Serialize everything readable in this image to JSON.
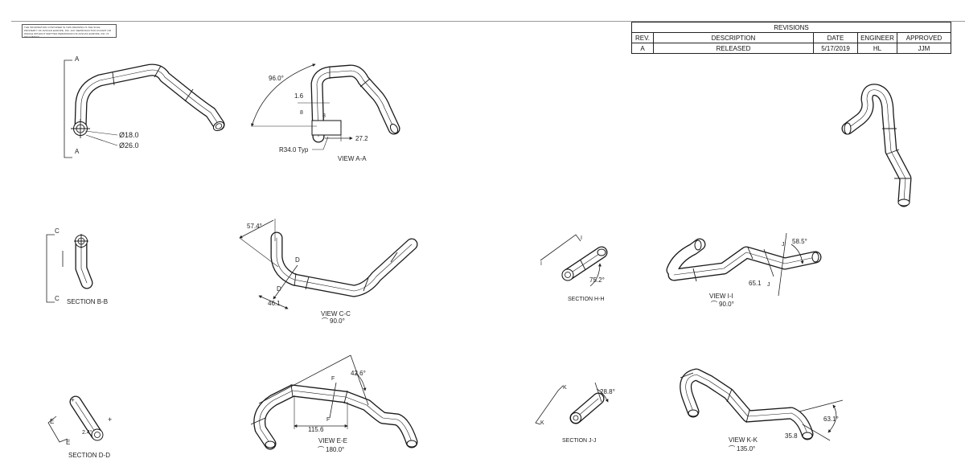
{
  "notice": {
    "text": "THE INFORMATION CONTAINED IN THIS DRAWING IS THE SOLE PROPERTY OF AVSCAN EUROPE, INC. ANY REPRODUCTION IN PART OR WHOLE WITHOUT WRITTEN PERMISSION OF AVSCAN EUROPE, INC. IS PROHIBITED."
  },
  "revisions": {
    "title": "REVISIONS",
    "headers": [
      "REV.",
      "DESCRIPTION",
      "DATE",
      "ENGINEER",
      "APPROVED"
    ],
    "rows": [
      [
        "A",
        "RELEASED",
        "5/17/2019",
        "HL",
        "JJM"
      ]
    ]
  },
  "views": {
    "main": {
      "section_letter_top": "A",
      "section_letter_bottom": "A",
      "dim_inner": "Ø18.0",
      "dim_outer": "Ø26.0"
    },
    "view_aa": {
      "title": "VIEW A-A",
      "angle": "96.0°",
      "dim_a": "1.6",
      "dim_b": "8",
      "dim_c": "8",
      "dim_len": "27.2",
      "radius": "R34.0 Typ"
    },
    "section_bb": {
      "title": "SECTION B-B",
      "letter_top": "C",
      "letter_bottom": "C"
    },
    "view_cc": {
      "title": "VIEW C-C",
      "rotation": "90.0°",
      "angle": "57.4°",
      "letter_top": "D",
      "letter_bottom": "D",
      "dim_len": "46.1"
    },
    "section_hh": {
      "title": "SECTION H-H",
      "letter_top": "I",
      "letter_bottom": "I",
      "angle": "75.2°"
    },
    "view_ii": {
      "title": "VIEW I-I",
      "rotation": "90.0°",
      "letter_top": "J",
      "letter_bottom": "J",
      "angle": "58.5°",
      "dim_len": "65.1"
    },
    "section_dd": {
      "title": "SECTION D-D",
      "letter_top": "E",
      "letter_bottom": "E",
      "angle": "2.4°"
    },
    "view_ee": {
      "title": "VIEW E-E",
      "rotation": "180.0°",
      "letter_top": "F",
      "letter_bottom": "F",
      "angle": "42.6°",
      "dim_len": "115.6"
    },
    "section_jj": {
      "title": "SECTION J-J",
      "letter_top": "K",
      "letter_bottom": "K",
      "angle": "28.8°"
    },
    "view_kk": {
      "title": "VIEW K-K",
      "rotation": "135.0°",
      "angle": "63.1°",
      "dim_len": "35.8"
    }
  }
}
